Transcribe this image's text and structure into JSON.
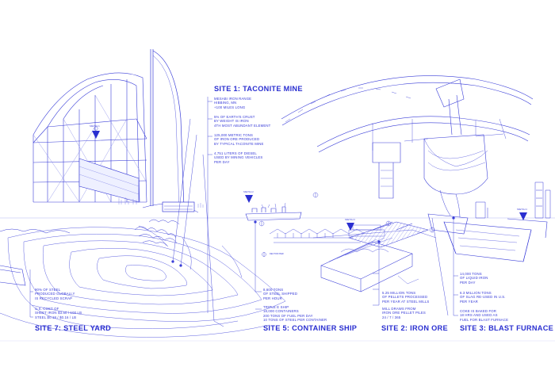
{
  "colors": {
    "ink": "#2a2fd0",
    "ink_light": "#7f82ea",
    "ink_faint": "#c9cbf6",
    "background": "#ffffff"
  },
  "sites": {
    "site1": {
      "title": "SITE 1: TACONITE MINE",
      "notes": [
        [
          "MESABI IRON RANGE",
          "HIBBING, MN",
          "+100 MILES LONG"
        ],
        [
          "5% OF EARTH'S CRUST",
          "BY WEIGHT IS IRON",
          "4TH MOST ABUNDANT ELEMENT"
        ],
        [
          "125,000 METRIC TONS",
          "OF IRON ORE PRODUCED",
          "BY TYPICAL TACONITE MINE"
        ],
        [
          "4,751 LITERS OF DIESEL",
          "USED BY MINING VEHICLES",
          "PER DAY"
        ]
      ]
    },
    "site2": {
      "title": "SITE 2: IRON ORE",
      "notes": [
        [
          "5.25 MILLION TONS",
          "OF PELLETS PROCESSED",
          "PER YEAR AT STEEL MILLS"
        ],
        [
          "MILL DRAWS FROM",
          "IRON ORE PELLET PILES",
          "24 / 7 / 365"
        ]
      ]
    },
    "site3": {
      "title": "SITE 3: BLAST FURNACE",
      "notes": [
        [
          "14,000 TONS",
          "OF LIQUID IRON",
          "PER DAY"
        ],
        [
          "6.3 MILLION TONS",
          "OF SLAG RE-USED IN U.S.",
          "PER YEAR"
        ],
        [
          "COKE IS BAKED FOR",
          "18 HRS AND USED AS",
          "FUEL FOR BLAST FURNACE"
        ]
      ]
    },
    "site5": {
      "title": "SITE 5: CONTAINER SHIP",
      "notes": [
        [
          "8,600 TONS",
          "OF STEEL SHIPPED",
          "PER HOUR"
        ],
        [
          "TRIPLE E SHIP",
          "18,000 CONTAINERS",
          "200 TONS OF FUEL PER DAY",
          "10 TONS OF STEEL PER CONTAINER"
        ]
      ]
    },
    "site7": {
      "title": "SITE 7: STEEL YARD",
      "notes": [
        [
          "90% OF STEEL",
          "PRODUCED GLOBALLY",
          "IS RECYCLED SCRAP"
        ],
        [
          "U.S. COST OF",
          "SHEET IRON $3.50 / 100 LB",
          "STEEL $0.18 / $0.16 / LB"
        ]
      ]
    }
  },
  "markers": [
    {
      "label": "SKETCH 1"
    },
    {
      "label": "SKETCH 2"
    },
    {
      "label": "SKETCH 3"
    },
    {
      "label": "SKETCH 4"
    }
  ],
  "small_tags": [
    "DECTOR PIER"
  ]
}
